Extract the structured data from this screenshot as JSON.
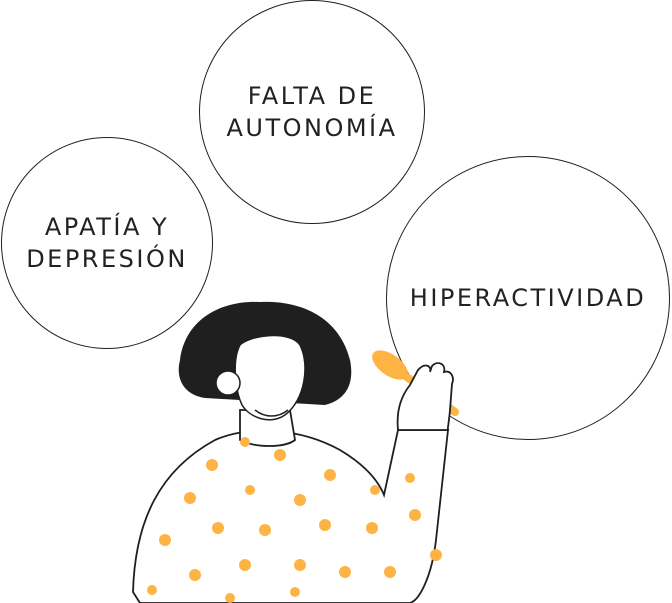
{
  "bubbles": [
    {
      "label": "APATÍA Y\nDEPRESIÓN"
    },
    {
      "label": "FALTA DE\nAUTONOMÍA"
    },
    {
      "label": "HIPERACTIVIDAD"
    }
  ],
  "colors": {
    "ink": "#1f1f1f",
    "accent": "#FDB444",
    "text": "#222222"
  }
}
